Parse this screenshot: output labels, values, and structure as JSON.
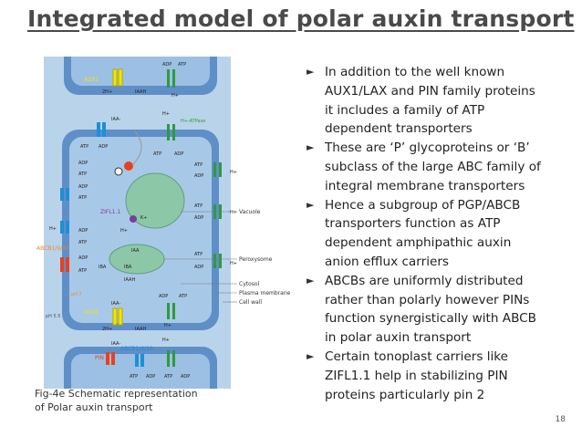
{
  "slide": {
    "title": "Integrated model of polar auxin transport",
    "bullets": [
      {
        "lines": [
          "In addition to the well known",
          "AUX1/LAX and PIN family proteins",
          "it includes a family of ATP",
          "dependent transporters"
        ]
      },
      {
        "lines": [
          "These are ‘P’ glycoproteins or ‘B’",
          "subclass of the large ABC family of",
          "integral membrane transporters"
        ]
      },
      {
        "lines": [
          "Hence a subgroup of PGP/ABCB",
          "transporters function as ATP",
          "dependent amphipathic auxin",
          "anion efflux carriers"
        ]
      },
      {
        "lines": [
          "ABCBs are uniformly distributed",
          "rather than polarly however PINs",
          "function synergistically with ABCB",
          "in polar auxin transport"
        ]
      },
      {
        "lines": [
          "Certain tonoplast carriers like",
          "ZIFL1.1 help in stabilizing PIN",
          "proteins particularly pin 2"
        ]
      }
    ],
    "bullet_icon": "arrow-right-icon",
    "caption_lines": [
      "Fig-4e Schematic representation",
      "of Polar auxin transport"
    ],
    "page_number": "18"
  },
  "figure": {
    "labels": {
      "aux1_top": "AUX1",
      "aux1_bottom": "AUX1",
      "adp": "ADP",
      "atp": "ATP",
      "hplus": "H+",
      "two_hplus": "2H+",
      "iaah": "IAAH",
      "iaa_minus": "IAA-",
      "iaa": "IAA",
      "iba": "IBA",
      "h_atpase": "H+-ATPase",
      "zifl": "ZIFL1.1",
      "kplus": "K+",
      "abcb1937": "ABCB1/9/37",
      "abcb1419": "ABCB1/4/19",
      "pin": "PIN",
      "ph7": "pH 7",
      "ph55": "pH 5.5"
    },
    "legend": [
      "Vacuole",
      "Peroxysome",
      "Cytosol",
      "Plasma membrane",
      "Cell wall"
    ],
    "colors": {
      "cell_wall": "#b9d3ea",
      "cytosol": "#5f8fc7",
      "vacuole": "#8cc7a8",
      "aux1": "#f2e600",
      "pin": "#e8411f",
      "abcb": "#1e8fd6",
      "atpase": "#2f9a3c",
      "zifl": "#7a3d9a",
      "orange_text": "#f08a2a"
    }
  }
}
